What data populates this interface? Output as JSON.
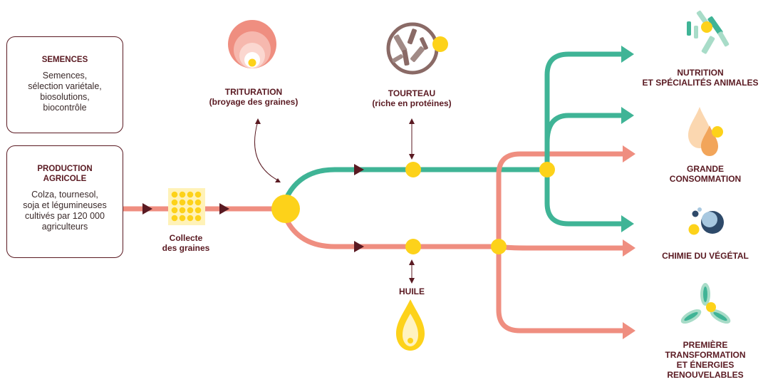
{
  "semences": {
    "title": "SEMENCES",
    "lines": [
      "Semences,",
      "sélection variétale,",
      "biosolutions,",
      "biocontrôle"
    ]
  },
  "production": {
    "title_lines": [
      "PRODUCTION",
      "AGRICOLE"
    ],
    "lines": [
      "Colza, tournesol,",
      "soja et légumineuses",
      "cultivés par 120 000",
      "agriculteurs"
    ]
  },
  "collecte": {
    "lines": [
      "Collecte",
      "des graines"
    ]
  },
  "trituration": {
    "lines": [
      "TRITURATION",
      "(broyage des graines)"
    ]
  },
  "tourteau": {
    "lines": [
      "TOURTEAU",
      "(riche en protéines)"
    ]
  },
  "huile": {
    "label": "HUILE"
  },
  "outputs": {
    "nutrition": [
      "NUTRITION",
      "ET SPÉCIALITÉS ANIMALES"
    ],
    "grande": [
      "GRANDE",
      "CONSOMMATION"
    ],
    "chimie": [
      "CHIMIE DU VÉGÉTAL"
    ],
    "premiere": [
      "PREMIÈRE",
      "TRANSFORMATION",
      "ET ÉNERGIES",
      "RENOUVELABLES"
    ]
  },
  "colors": {
    "pink": "#ef8e80",
    "green": "#3fb496",
    "yellow": "#fdd21a",
    "dark": "#5a1a22",
    "brown": "#8a6a66"
  }
}
